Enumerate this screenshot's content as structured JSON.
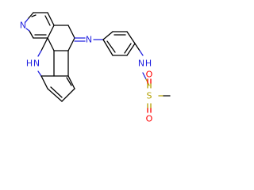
{
  "atoms": {
    "n_pyridine": "N",
    "n_imine": "N",
    "nh_ring": "N",
    "h_ring": "H",
    "nh_sulfonamide": "N",
    "h_sulfonamide": "H",
    "s_sulfonyl": "S",
    "o_top": "O",
    "o_bottom": "O"
  },
  "colors": {
    "bond": "#000000",
    "nitrogen": "#2323e0",
    "sulfur": "#b3a000",
    "oxygen": "#ff0000"
  }
}
